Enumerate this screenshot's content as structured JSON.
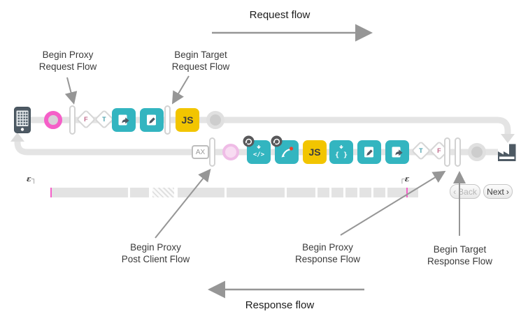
{
  "labels": {
    "request_flow": "Request flow",
    "response_flow": "Response flow"
  },
  "annotations": [
    {
      "text": "Begin Proxy\nRequest Flow"
    },
    {
      "text": "Begin Target\nRequest Flow"
    },
    {
      "text": "Begin Proxy\nPost Client Flow"
    },
    {
      "text": "Begin Proxy\nResponse Flow"
    },
    {
      "text": "Begin Target\nResponse Flow"
    }
  ],
  "request_flow_row": {
    "condition_false": "F",
    "condition_true": "T",
    "js_policy": "JS"
  },
  "response_flow_row": {
    "analytics": "AX",
    "js_policy": "JS",
    "condition_true": "T",
    "condition_false": "F"
  },
  "timeline": {
    "epsilon_left": "ε",
    "bracket_left": "┐",
    "bracket_right": "┌",
    "epsilon_right": "ε",
    "back_label": "Back",
    "next_label": "Next",
    "chevron_left": "‹",
    "chevron_right": "›"
  },
  "icons": {
    "client": "mobile-phone-icon",
    "target_server": "factory-icon",
    "request_policies": [
      "forward-message-icon",
      "pencil-edit-icon",
      "js-script-icon"
    ],
    "response_policies": [
      "extract-variables-icon",
      "service-callout-icon",
      "js-script-icon",
      "braces-variables-icon",
      "pencil-edit-icon",
      "forward-message-icon"
    ],
    "loop_badge": "refresh-loop-icon"
  },
  "colors": {
    "teal": "#33b5c0",
    "yellow": "#f2c500",
    "pink": "#f55fc8",
    "pink_pale": "#f8dcf2",
    "pink_pale_ring": "#efbce6",
    "track": "#e4e4e4",
    "arrow_gray": "#969696",
    "dark_icon": "#4e5a64",
    "letter_t": "#4aa0ad",
    "letter_f": "#c06a8b"
  }
}
